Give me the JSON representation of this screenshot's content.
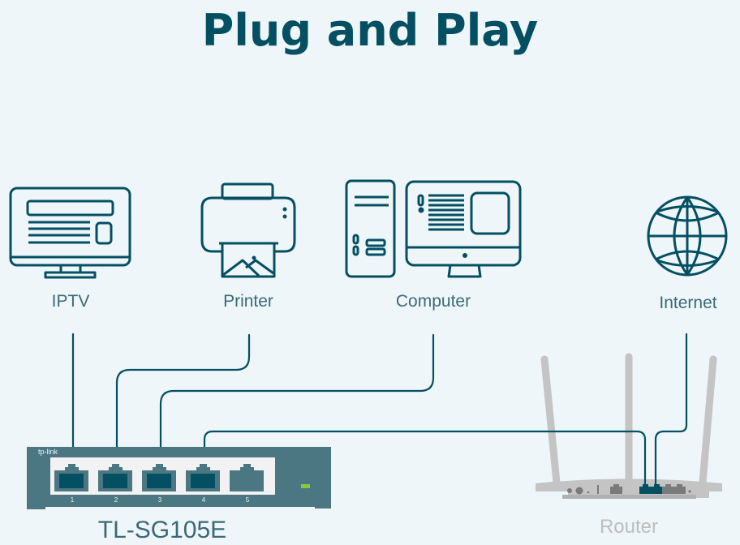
{
  "title": "Plug and Play",
  "devices": [
    {
      "name": "IPTV",
      "icon": "tv-icon"
    },
    {
      "name": "Printer",
      "icon": "printer-icon"
    },
    {
      "name": "Computer",
      "icon": "computer-icon"
    },
    {
      "name": "Internet",
      "icon": "globe-icon"
    }
  ],
  "switch": {
    "brand": "tp-link",
    "model": "TL-SG105E",
    "ports": [
      "1",
      "2",
      "3",
      "4",
      "5"
    ],
    "connected_ports": [
      1,
      2,
      3,
      4
    ],
    "led_color": "#8cc63f"
  },
  "router": {
    "label": "Router",
    "connected_ports": 2
  },
  "colors": {
    "primary": "#045062",
    "switch_body": "#4a7782",
    "router_body": "#c4c4c4",
    "background": "#eef6f9"
  }
}
